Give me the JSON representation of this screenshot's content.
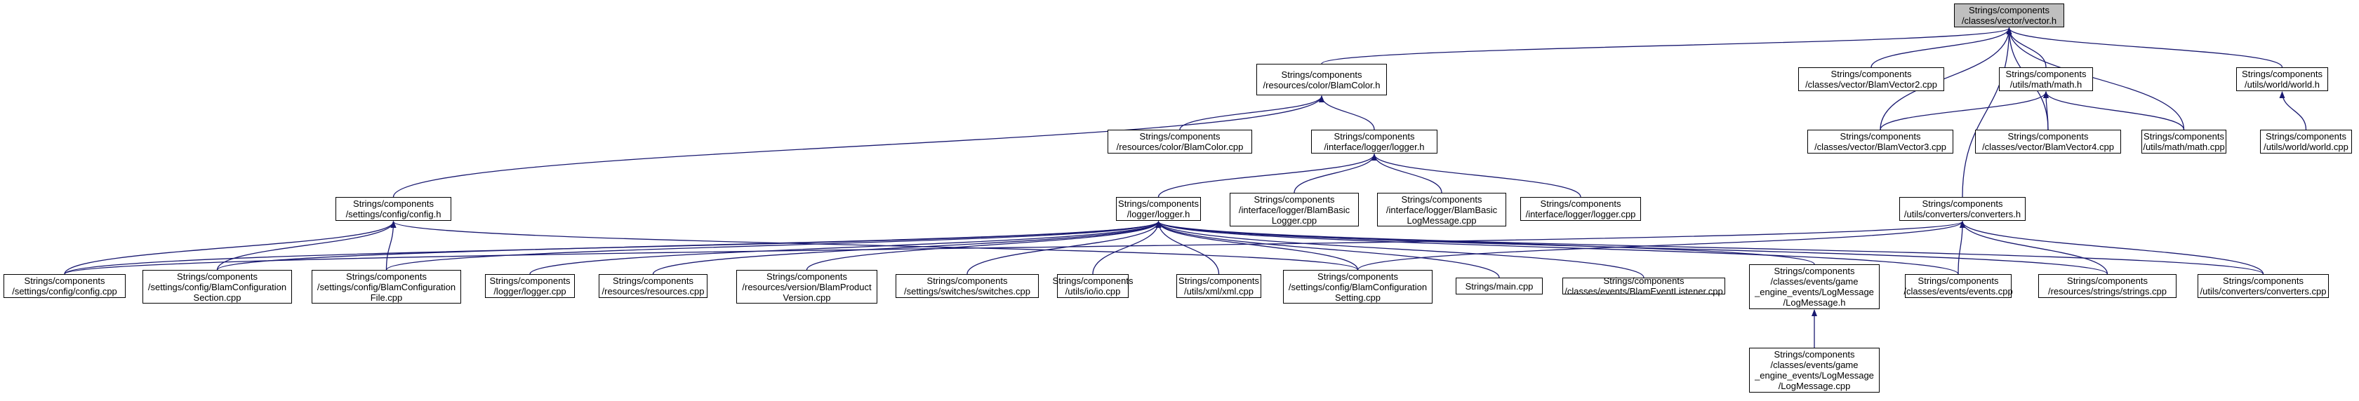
{
  "diagram": {
    "colors": {
      "edge": "#191970",
      "node_border": "#000000",
      "root_fill": "#bfbfbf",
      "node_fill": "#ffffff"
    },
    "nodes": [
      {
        "id": "vector_h",
        "lines": [
          "Strings/components",
          "/classes/vector/vector.h"
        ],
        "root": true
      },
      {
        "id": "blamcolor_h",
        "lines": [
          "Strings/components",
          "/resources/color/BlamColor.h"
        ]
      },
      {
        "id": "blamvector2_cpp",
        "lines": [
          "Strings/components",
          "/classes/vector/BlamVector2.cpp"
        ]
      },
      {
        "id": "math_h",
        "lines": [
          "Strings/components",
          "/utils/math/math.h"
        ]
      },
      {
        "id": "world_h",
        "lines": [
          "Strings/components",
          "/utils/world/world.h"
        ]
      },
      {
        "id": "blamcolor_cpp",
        "lines": [
          "Strings/components",
          "/resources/color/BlamColor.cpp"
        ]
      },
      {
        "id": "interface_logger_h",
        "lines": [
          "Strings/components",
          "/interface/logger/logger.h"
        ]
      },
      {
        "id": "blamvector3_cpp",
        "lines": [
          "Strings/components",
          "/classes/vector/BlamVector3.cpp"
        ]
      },
      {
        "id": "blamvector4_cpp",
        "lines": [
          "Strings/components",
          "/classes/vector/BlamVector4.cpp"
        ]
      },
      {
        "id": "math_cpp",
        "lines": [
          "Strings/components",
          "/utils/math/math.cpp"
        ]
      },
      {
        "id": "world_cpp",
        "lines": [
          "Strings/components",
          "/utils/world/world.cpp"
        ]
      },
      {
        "id": "config_h",
        "lines": [
          "Strings/components",
          "/settings/config/config.h"
        ]
      },
      {
        "id": "logger_h",
        "lines": [
          "Strings/components",
          "/logger/logger.h"
        ]
      },
      {
        "id": "blambasiclogger_cpp",
        "lines": [
          "Strings/components",
          "/interface/logger/BlamBasic",
          "Logger.cpp"
        ]
      },
      {
        "id": "blambasiclogmessage_cpp",
        "lines": [
          "Strings/components",
          "/interface/logger/BlamBasic",
          "LogMessage.cpp"
        ]
      },
      {
        "id": "interface_logger_cpp",
        "lines": [
          "Strings/components",
          "/interface/logger/logger.cpp"
        ]
      },
      {
        "id": "converters_h",
        "lines": [
          "Strings/components",
          "/utils/converters/converters.h"
        ]
      },
      {
        "id": "config_cpp",
        "lines": [
          "Strings/components",
          "/settings/config/config.cpp"
        ]
      },
      {
        "id": "blamconfigsection_cpp",
        "lines": [
          "Strings/components",
          "/settings/config/BlamConfiguration",
          "Section.cpp"
        ]
      },
      {
        "id": "blamconfigfile_cpp",
        "lines": [
          "Strings/components",
          "/settings/config/BlamConfiguration",
          "File.cpp"
        ]
      },
      {
        "id": "logger_cpp",
        "lines": [
          "Strings/components",
          "/logger/logger.cpp"
        ]
      },
      {
        "id": "resources_cpp",
        "lines": [
          "Strings/components",
          "/resources/resources.cpp"
        ]
      },
      {
        "id": "blamproductversion_cpp",
        "lines": [
          "Strings/components",
          "/resources/version/BlamProduct",
          "Version.cpp"
        ]
      },
      {
        "id": "switches_cpp",
        "lines": [
          "Strings/components",
          "/settings/switches/switches.cpp"
        ]
      },
      {
        "id": "io_cpp",
        "lines": [
          "Strings/components",
          "/utils/io/io.cpp"
        ]
      },
      {
        "id": "xml_cpp",
        "lines": [
          "Strings/components",
          "/utils/xml/xml.cpp"
        ]
      },
      {
        "id": "blamconfigsetting_cpp",
        "lines": [
          "Strings/components",
          "/settings/config/BlamConfiguration",
          "Setting.cpp"
        ]
      },
      {
        "id": "main_cpp",
        "lines": [
          "Strings/main.cpp"
        ]
      },
      {
        "id": "blameventlistener_cpp",
        "lines": [
          "Strings/components",
          "/classes/events/BlamEventListener.cpp"
        ]
      },
      {
        "id": "logmessage_h",
        "lines": [
          "Strings/components",
          "/classes/events/game",
          "_engine_events/LogMessage",
          "/LogMessage.h"
        ]
      },
      {
        "id": "events_cpp",
        "lines": [
          "Strings/components",
          "/classes/events/events.cpp"
        ]
      },
      {
        "id": "strings_cpp",
        "lines": [
          "Strings/components",
          "/resources/strings/strings.cpp"
        ]
      },
      {
        "id": "converters_cpp",
        "lines": [
          "Strings/components",
          "/utils/converters/converters.cpp"
        ]
      },
      {
        "id": "logmessage_cpp",
        "lines": [
          "Strings/components",
          "/classes/events/game",
          "_engine_events/LogMessage",
          "/LogMessage.cpp"
        ]
      }
    ],
    "edges": [
      [
        "vector_h",
        "blamcolor_h"
      ],
      [
        "vector_h",
        "blamvector2_cpp"
      ],
      [
        "vector_h",
        "math_h"
      ],
      [
        "vector_h",
        "world_h"
      ],
      [
        "vector_h",
        "blamvector3_cpp"
      ],
      [
        "vector_h",
        "blamvector4_cpp"
      ],
      [
        "vector_h",
        "math_cpp"
      ],
      [
        "vector_h",
        "converters_h"
      ],
      [
        "blamcolor_h",
        "blamcolor_cpp"
      ],
      [
        "blamcolor_h",
        "interface_logger_h"
      ],
      [
        "blamcolor_h",
        "config_h"
      ],
      [
        "math_h",
        "blamvector3_cpp"
      ],
      [
        "math_h",
        "blamvector4_cpp"
      ],
      [
        "math_h",
        "math_cpp"
      ],
      [
        "world_h",
        "world_cpp"
      ],
      [
        "interface_logger_h",
        "logger_h"
      ],
      [
        "interface_logger_h",
        "blambasiclogger_cpp"
      ],
      [
        "interface_logger_h",
        "blambasiclogmessage_cpp"
      ],
      [
        "interface_logger_h",
        "interface_logger_cpp"
      ],
      [
        "config_h",
        "config_cpp"
      ],
      [
        "config_h",
        "blamconfigsection_cpp"
      ],
      [
        "config_h",
        "blamconfigfile_cpp"
      ],
      [
        "config_h",
        "blamconfigsetting_cpp"
      ],
      [
        "logger_h",
        "config_cpp"
      ],
      [
        "logger_h",
        "blamconfigsection_cpp"
      ],
      [
        "logger_h",
        "blamconfigfile_cpp"
      ],
      [
        "logger_h",
        "logger_cpp"
      ],
      [
        "logger_h",
        "resources_cpp"
      ],
      [
        "logger_h",
        "blamproductversion_cpp"
      ],
      [
        "logger_h",
        "switches_cpp"
      ],
      [
        "logger_h",
        "io_cpp"
      ],
      [
        "logger_h",
        "xml_cpp"
      ],
      [
        "logger_h",
        "blamconfigsetting_cpp"
      ],
      [
        "logger_h",
        "main_cpp"
      ],
      [
        "logger_h",
        "blameventlistener_cpp"
      ],
      [
        "logger_h",
        "logmessage_h"
      ],
      [
        "logger_h",
        "events_cpp"
      ],
      [
        "logger_h",
        "strings_cpp"
      ],
      [
        "logger_h",
        "converters_cpp"
      ],
      [
        "converters_h",
        "config_cpp"
      ],
      [
        "converters_h",
        "blamconfigsetting_cpp"
      ],
      [
        "converters_h",
        "events_cpp"
      ],
      [
        "converters_h",
        "strings_cpp"
      ],
      [
        "converters_h",
        "converters_cpp"
      ],
      [
        "logmessage_h",
        "logmessage_cpp"
      ]
    ]
  }
}
